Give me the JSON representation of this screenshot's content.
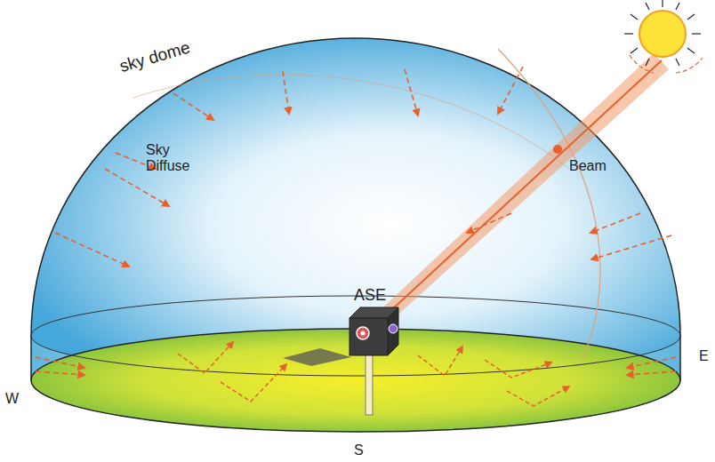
{
  "diagram": {
    "labels": [
      "sky dome",
      "Sky Diffuse",
      "Beam",
      "ASE",
      "W",
      "S",
      "E"
    ]
  }
}
